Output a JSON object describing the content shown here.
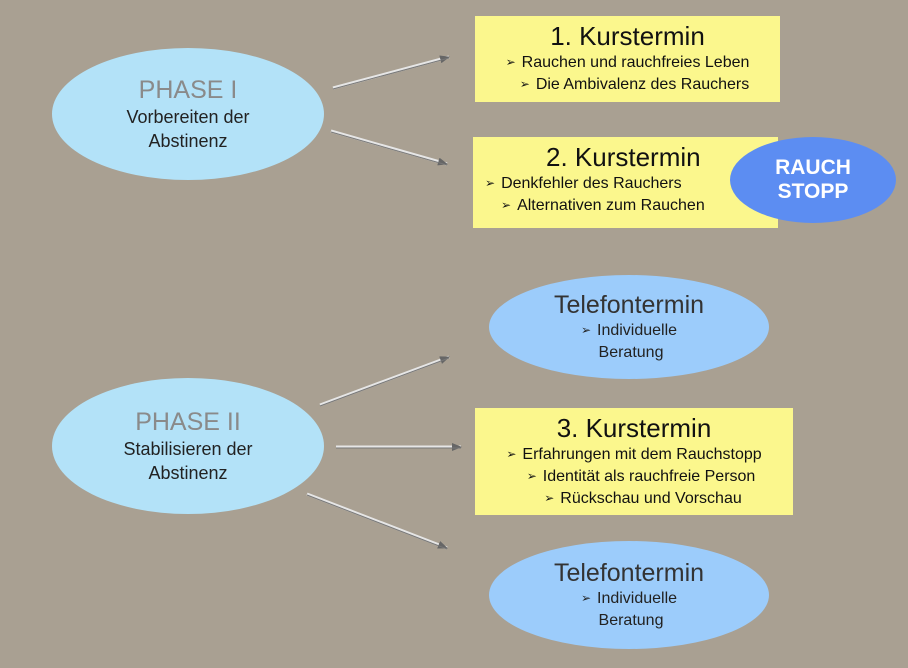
{
  "bullet_glyph": "➢",
  "phase1": {
    "title": "PHASE I",
    "line1": "Vorbereiten der",
    "line2": "Abstinenz"
  },
  "phase2": {
    "title": "PHASE II",
    "line1": "Stabilisieren der",
    "line2": "Abstinenz"
  },
  "kurs1": {
    "title": "1. Kurstermin",
    "items": [
      "Rauchen und rauchfreies Leben",
      "Die Ambivalenz des Rauchers"
    ]
  },
  "kurs2": {
    "title": "2. Kurstermin",
    "items": [
      "Denkfehler des Rauchers",
      "Alternativen zum Rauchen"
    ]
  },
  "kurs3": {
    "title": "3. Kurstermin",
    "items": [
      "Erfahrungen mit dem Rauchstopp",
      "Identität als rauchfreie Person",
      "Rückschau und Vorschau"
    ]
  },
  "rauchstopp": {
    "line1": "RAUCH",
    "line2": "STOPP"
  },
  "tel1": {
    "title": "Telefontermin",
    "item": "Individuelle",
    "item_cont": "Beratung"
  },
  "tel2": {
    "title": "Telefontermin",
    "item": "Individuelle",
    "item_cont": "Beratung"
  },
  "colors": {
    "background": "#a9a092",
    "phase_fill": "#b3e2f8",
    "telefon_fill": "#9cccfb",
    "kurs_fill": "#fbf78d",
    "rauchstopp_fill": "#5c8df2",
    "arrow": "#666666"
  }
}
